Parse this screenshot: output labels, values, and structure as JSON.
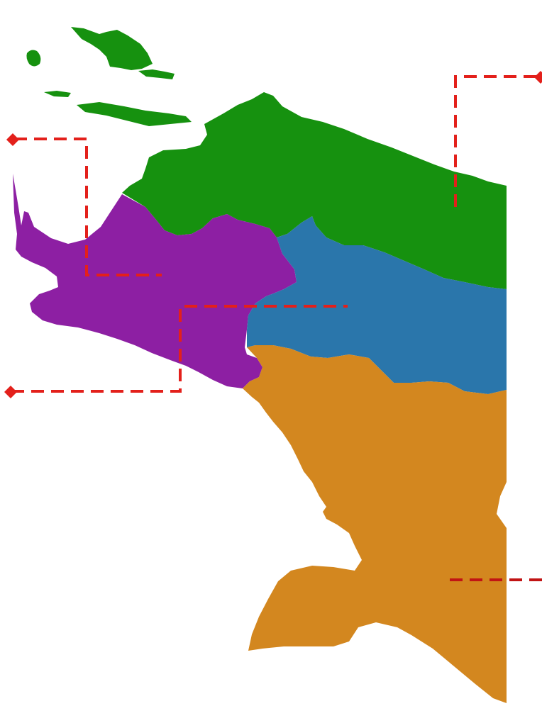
{
  "map": {
    "regions": [
      {
        "id": "north",
        "color": "#16910f"
      },
      {
        "id": "west",
        "color": "#8d1fa3"
      },
      {
        "id": "central",
        "color": "#2a76ab"
      },
      {
        "id": "south",
        "color": "#d3871f"
      }
    ],
    "islands_color": "#16910f",
    "leader_color": "#e3201b",
    "leader_color_dark": "#c11414"
  }
}
